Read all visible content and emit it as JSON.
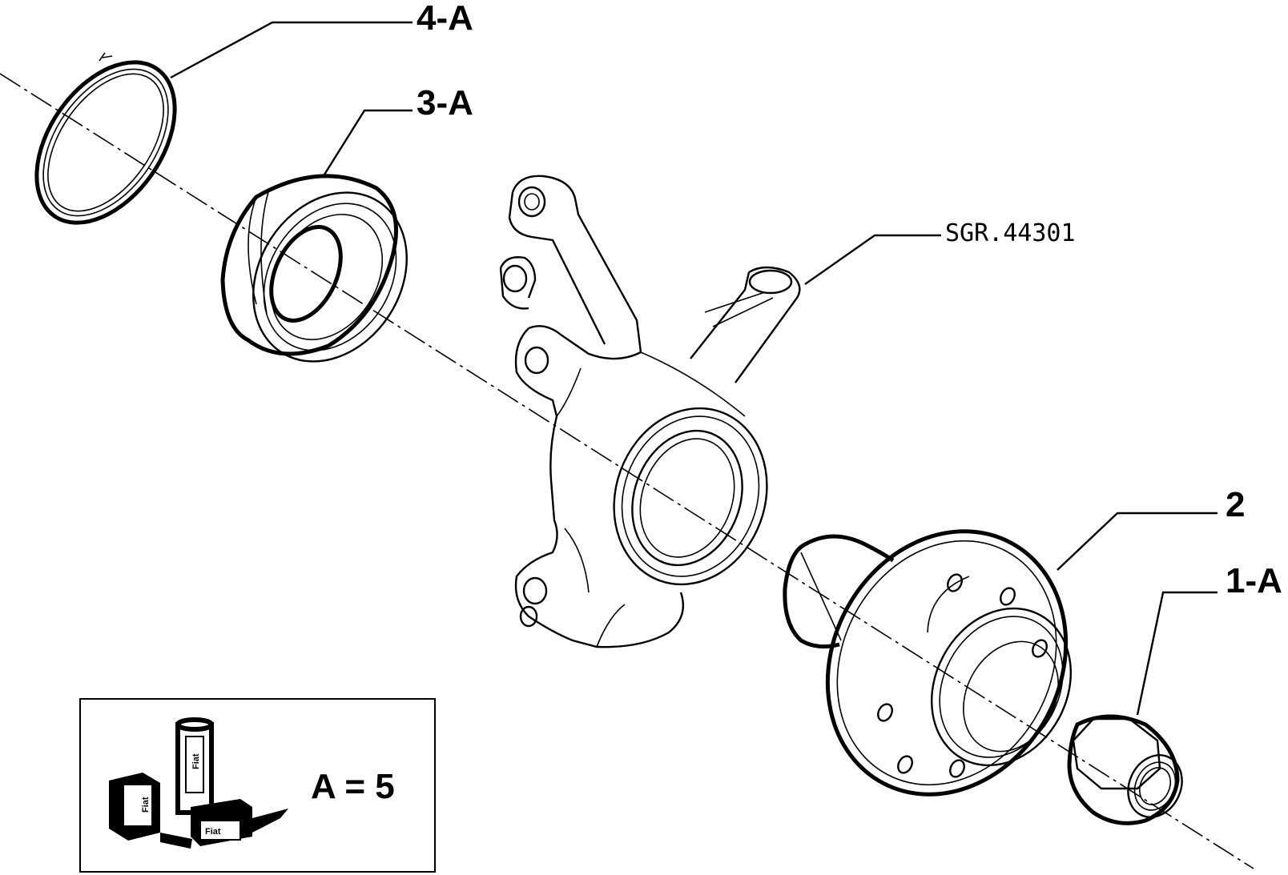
{
  "labels": {
    "part_4": "4-A",
    "part_3": "3-A",
    "part_2": "2",
    "part_1": "1-A"
  },
  "reference_code": "SGR.44301",
  "kit_box": {
    "equation": "A = 5"
  }
}
